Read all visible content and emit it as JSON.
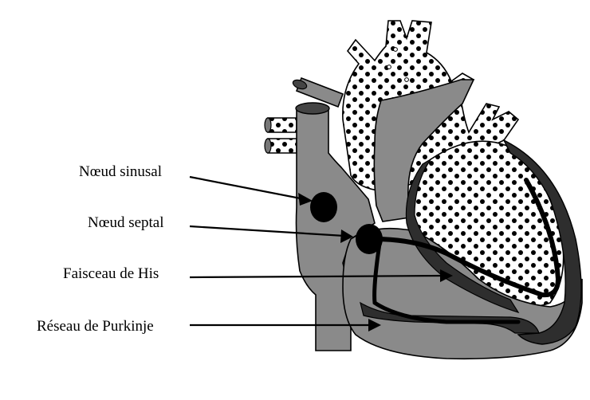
{
  "labels": {
    "sinus": "Nœud sinusal",
    "septal": "Nœud septal",
    "his": "Faisceau de His",
    "purkinje": "Réseau de Purkinje"
  },
  "colors": {
    "muscle": "#8a8a8a",
    "dark": "#2e2e2e",
    "dots": "#000000",
    "outline": "#000000",
    "background": "#ffffff"
  }
}
